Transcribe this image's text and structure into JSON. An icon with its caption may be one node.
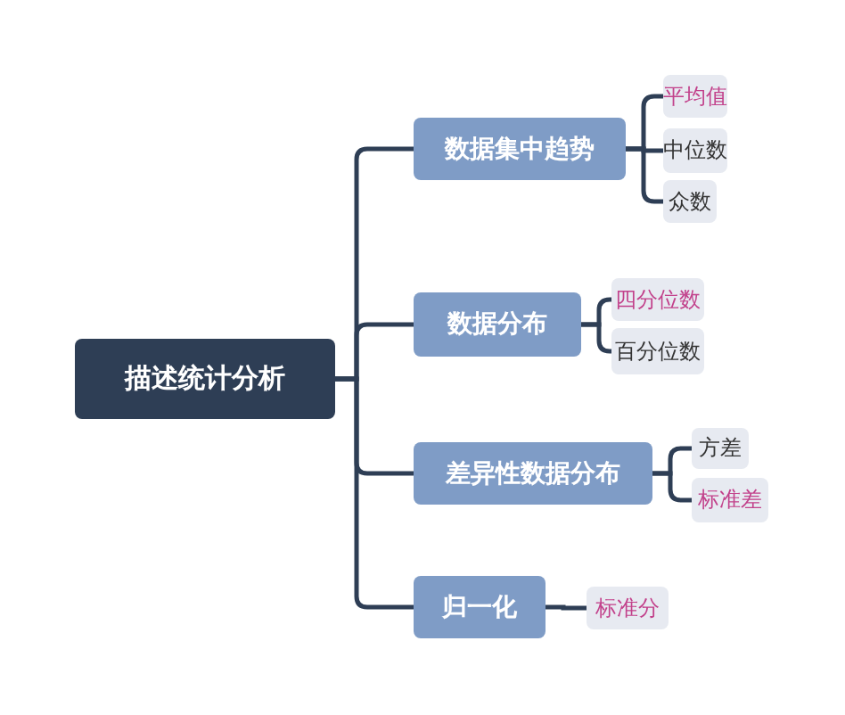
{
  "diagram": {
    "nodes": [
      {
        "text": [
          "描述统计分析"
        ]
      },
      {
        "text": [
          "数据集中趋势"
        ]
      },
      {
        "text": [
          "平均值"
        ]
      },
      {
        "text": [
          "中位数"
        ]
      },
      {
        "text": [
          "众数"
        ]
      },
      {
        "text": [
          "数据分布"
        ]
      },
      {
        "text": [
          "四分位数"
        ]
      },
      {
        "text": [
          "百分位数"
        ]
      },
      {
        "text": [
          "差异性数据分布"
        ]
      },
      {
        "text": [
          "方差"
        ]
      },
      {
        "text": [
          "标准差"
        ]
      },
      {
        "text": [
          "归一化"
        ]
      },
      {
        "text": [
          "标准分"
        ]
      }
    ],
    "edges": [
      {
        "from": 0,
        "to": 1,
        "arrow": "none"
      },
      {
        "from": 0,
        "to": 5,
        "arrow": "none"
      },
      {
        "from": 0,
        "to": 8,
        "arrow": "none"
      },
      {
        "from": 0,
        "to": 11,
        "arrow": "none"
      },
      {
        "from": 1,
        "to": 2,
        "arrow": "none"
      },
      {
        "from": 1,
        "to": 3,
        "arrow": "none"
      },
      {
        "from": 1,
        "to": 4,
        "arrow": "none"
      },
      {
        "from": 5,
        "to": 6,
        "arrow": "none"
      },
      {
        "from": 5,
        "to": 7,
        "arrow": "none"
      },
      {
        "from": 8,
        "to": 9,
        "arrow": "none"
      },
      {
        "from": 8,
        "to": 10,
        "arrow": "none"
      },
      {
        "from": 11,
        "to": 12,
        "arrow": "none"
      }
    ]
  }
}
